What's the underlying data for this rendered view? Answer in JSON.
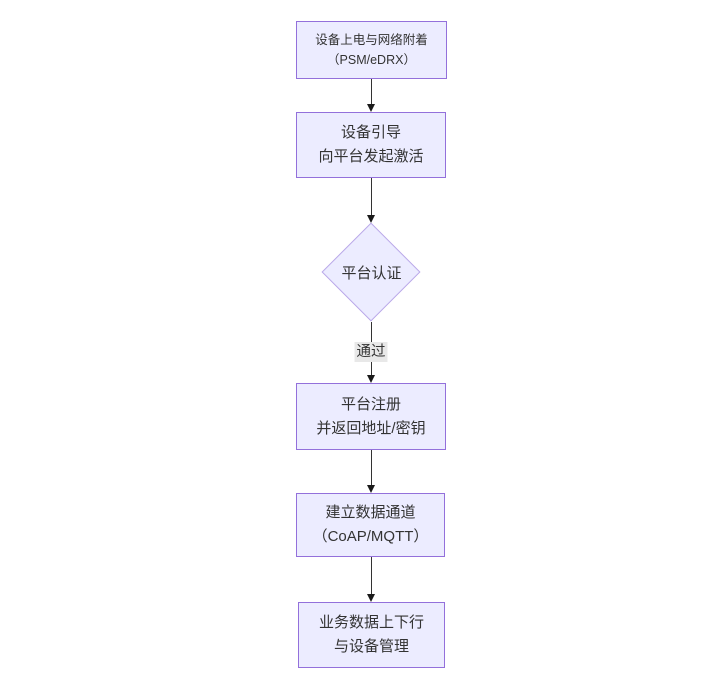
{
  "diagram": {
    "type": "flowchart",
    "direction": "top-down",
    "background_color": "#ffffff",
    "node_fill_color": "#ECECFF",
    "node_border_color": "#9370DB",
    "text_color": "#333333",
    "arrow_color": "#333333",
    "edge_label_bg_color": "#e8e8e8",
    "nodes": [
      {
        "id": "power-attach",
        "shape": "rect",
        "lines": [
          "设备上电与网络附着",
          "（PSM/eDRX）"
        ]
      },
      {
        "id": "bootstrap",
        "shape": "rect",
        "lines": [
          "设备引导",
          "向平台发起激活"
        ]
      },
      {
        "id": "auth",
        "shape": "diamond",
        "lines": [
          "平台认证"
        ]
      },
      {
        "id": "register",
        "shape": "rect",
        "lines": [
          "平台注册",
          "并返回地址/密钥"
        ]
      },
      {
        "id": "channel",
        "shape": "rect",
        "lines": [
          "建立数据通道",
          "（CoAP/MQTT）"
        ]
      },
      {
        "id": "service",
        "shape": "rect",
        "lines": [
          "业务数据上下行",
          "与设备管理"
        ]
      }
    ],
    "edges": [
      {
        "from": "power-attach",
        "to": "bootstrap",
        "label": ""
      },
      {
        "from": "bootstrap",
        "to": "auth",
        "label": ""
      },
      {
        "from": "auth",
        "to": "register",
        "label": "通过"
      },
      {
        "from": "register",
        "to": "channel",
        "label": ""
      },
      {
        "from": "channel",
        "to": "service",
        "label": ""
      }
    ]
  }
}
